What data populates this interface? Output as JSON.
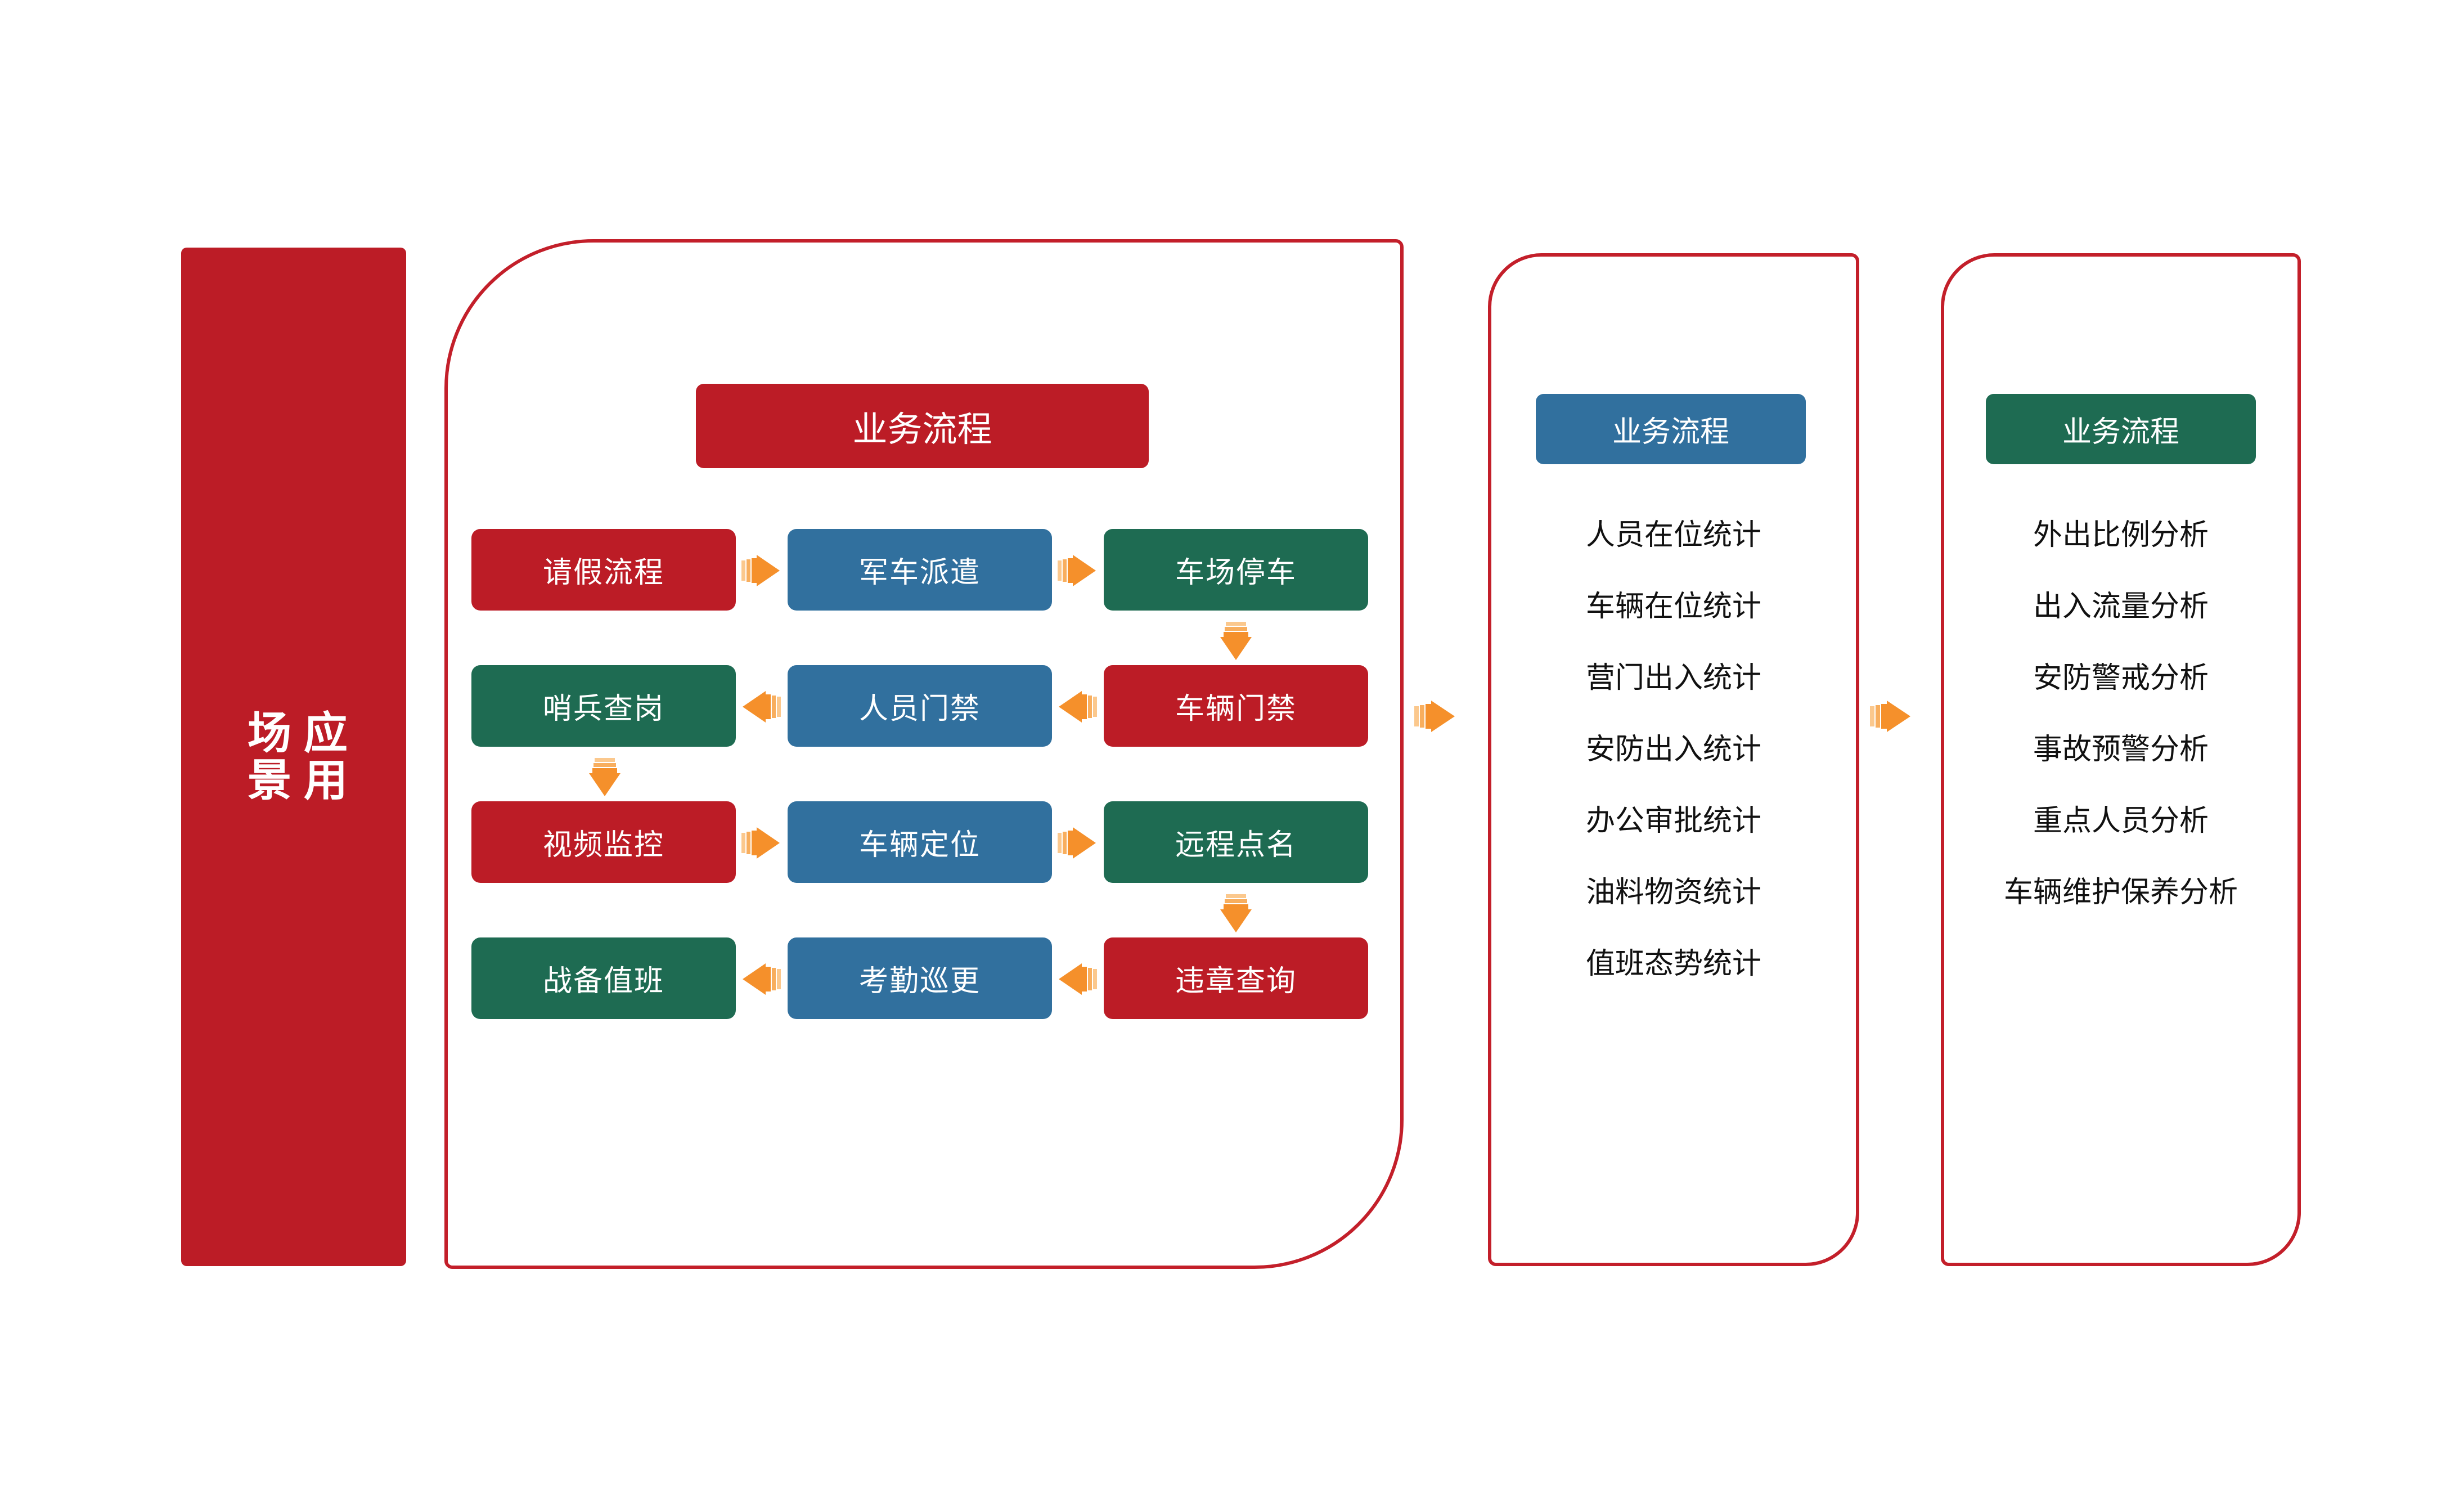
{
  "left_bar": {
    "label": "应用\n场景",
    "label_chars": "应用场景",
    "color": "#BC1C26",
    "text_color": "#FFFFFF"
  },
  "colors": {
    "red": "#BC1C26",
    "blue": "#31709E",
    "green": "#1E6B52",
    "arrow_orange": "#F5902B",
    "panel_border": "#C31F2A",
    "background": "#FFFFFF"
  },
  "panels": [
    {
      "id": "process",
      "header": {
        "label": "业务流程",
        "color": "#BC1C26"
      },
      "type": "flow-grid"
    },
    {
      "id": "statistics",
      "header": {
        "label": "业务流程",
        "color": "#31709E"
      },
      "type": "list",
      "items": [
        "人员在位统计",
        "车辆在位统计",
        "营门出入统计",
        "安防出入统计",
        "办公审批统计",
        "油料物资统计",
        "值班态势统计"
      ]
    },
    {
      "id": "analysis",
      "header": {
        "label": "业务流程",
        "color": "#1E6B52"
      },
      "type": "list",
      "items": [
        "外出比例分析",
        "出入流量分析",
        "安防警戒分析",
        "事故预警分析",
        "重点人员分析",
        "车辆维护保养分析"
      ]
    }
  ],
  "flow_grid": {
    "rows": [
      {
        "direction": "right",
        "boxes": [
          {
            "label": "请假流程",
            "color": "red"
          },
          {
            "label": "军车派遣",
            "color": "blue"
          },
          {
            "label": "车场停车",
            "color": "green"
          }
        ],
        "down_arrow_after": "right"
      },
      {
        "direction": "left",
        "boxes": [
          {
            "label": "哨兵查岗",
            "color": "green"
          },
          {
            "label": "人员门禁",
            "color": "blue"
          },
          {
            "label": "车辆门禁",
            "color": "red"
          }
        ],
        "down_arrow_after": "left"
      },
      {
        "direction": "right",
        "boxes": [
          {
            "label": "视频监控",
            "color": "red"
          },
          {
            "label": "车辆定位",
            "color": "blue"
          },
          {
            "label": "远程点名",
            "color": "green"
          }
        ],
        "down_arrow_after": "right"
      },
      {
        "direction": "left",
        "boxes": [
          {
            "label": "战备值班",
            "color": "green"
          },
          {
            "label": "考勤巡更",
            "color": "blue"
          },
          {
            "label": "违章查询",
            "color": "red"
          }
        ],
        "down_arrow_after": null
      }
    ]
  },
  "connectors": {
    "panel_1_to_2": "arrow-right",
    "panel_2_to_3": "arrow-right"
  }
}
